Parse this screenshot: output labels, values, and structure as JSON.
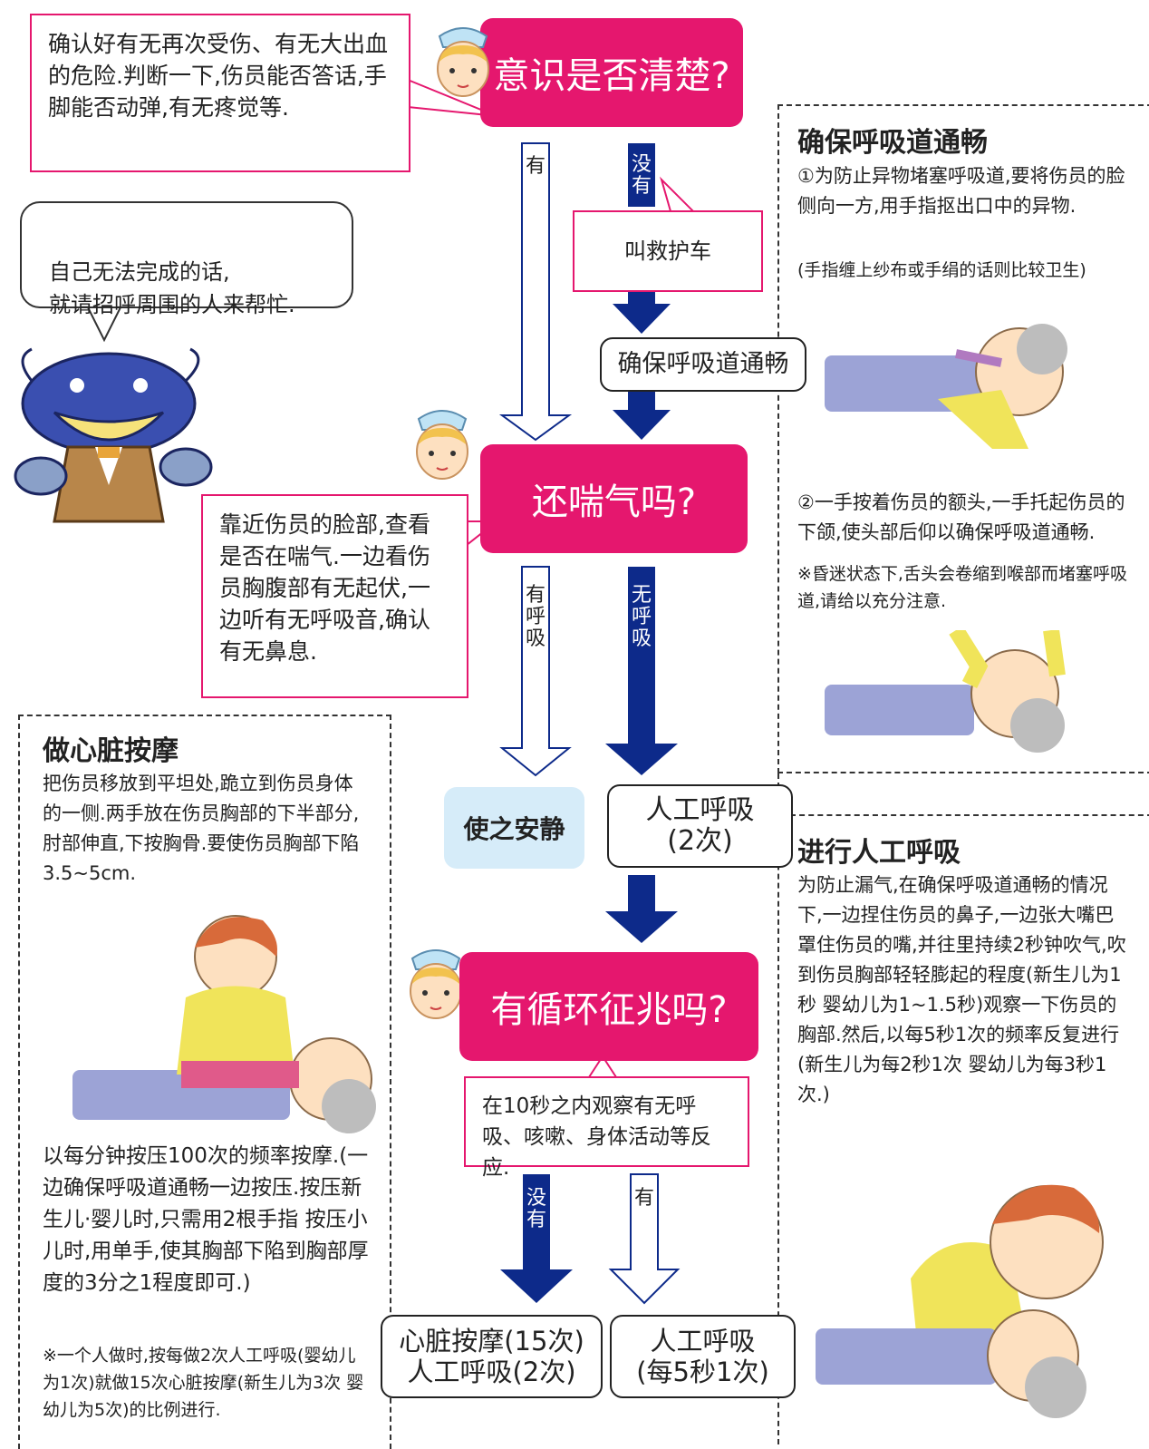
{
  "colors": {
    "pink": "#e5176e",
    "navy": "#0d2a8a",
    "light_blue": "#d6ecf9"
  },
  "q1": {
    "title": "意识是否清楚?",
    "note": "确认好有无再次受伤、有无大出血的危险.判断一下,伤员能否答话,手脚能否动弹,有无疼觉等.",
    "branch_yes": "有",
    "branch_no": "没有",
    "callout": "叫救护车"
  },
  "mascot_bubble": "自己无法完成的话,\n就请招呼周围的人来帮忙.",
  "airway_step": "确保呼吸道通畅",
  "q2": {
    "title": "还喘气吗?",
    "note": "靠近伤员的脸部,查看是否在喘气.一边看伤员胸腹部有无起伏,一边听有无呼吸音,确认有无鼻息.",
    "branch_yes": "有呼吸",
    "branch_no": "无呼吸"
  },
  "result_calm": "使之安静",
  "result_breath2": "人工呼吸\n(2次)",
  "q3": {
    "title": "有循环征兆吗?",
    "note": "在10秒之内观察有无呼吸、咳嗽、身体活动等反应.",
    "branch_no": "没有",
    "branch_yes": "有"
  },
  "result_cpr": "心脏按摩(15次)\n人工呼吸(2次)",
  "result_rescue": "人工呼吸\n(每5秒1次)",
  "panel_airway": {
    "title": "确保呼吸道通畅",
    "p1": "①为防止异物堵塞呼吸道,要将伤员的脸侧向一方,用手指抠出口中的异物.",
    "p1_note": "(手指缠上纱布或手绢的话则比较卫生)",
    "p2": "②一手按着伤员的额头,一手托起伤员的下颌,使头部后仰以确保呼吸道通畅.",
    "p2_note": "※昏迷状态下,舌头会卷缩到喉部而堵塞呼吸道,请给以充分注意."
  },
  "panel_rescue": {
    "title": "进行人工呼吸",
    "text": "为防止漏气,在确保呼吸道通畅的情况下,一边捏住伤员的鼻子,一边张大嘴巴罩住伤员的嘴,并往里持续2秒钟吹气,吹到伤员胸部轻轻膨起的程度(新生儿为1秒 婴幼儿为1~1.5秒)观察一下伤员的胸部.然后,以每5秒1次的频率反复进行(新生儿为每2秒1次 婴幼儿为每3秒1次.)"
  },
  "panel_cpr": {
    "title": "做心脏按摩",
    "text": "把伤员移放到平坦处,跪立到伤员身体的一侧.两手放在伤员胸部的下半部分,肘部伸直,下按胸骨.要使伤员胸部下陷3.5~5cm.",
    "text2": "以每分钟按压100次的频率按摩.(一边确保呼吸道通畅一边按压.按压新生儿·婴儿时,只需用2根手指 按压小儿时,用单手,使其胸部下陷到胸部厚度的3分之1程度即可.)",
    "note": "※一个人做时,按每做2次人工呼吸(婴幼儿为1次)就做15次心脏按摩(新生儿为3次 婴幼儿为5次)的比例进行."
  }
}
